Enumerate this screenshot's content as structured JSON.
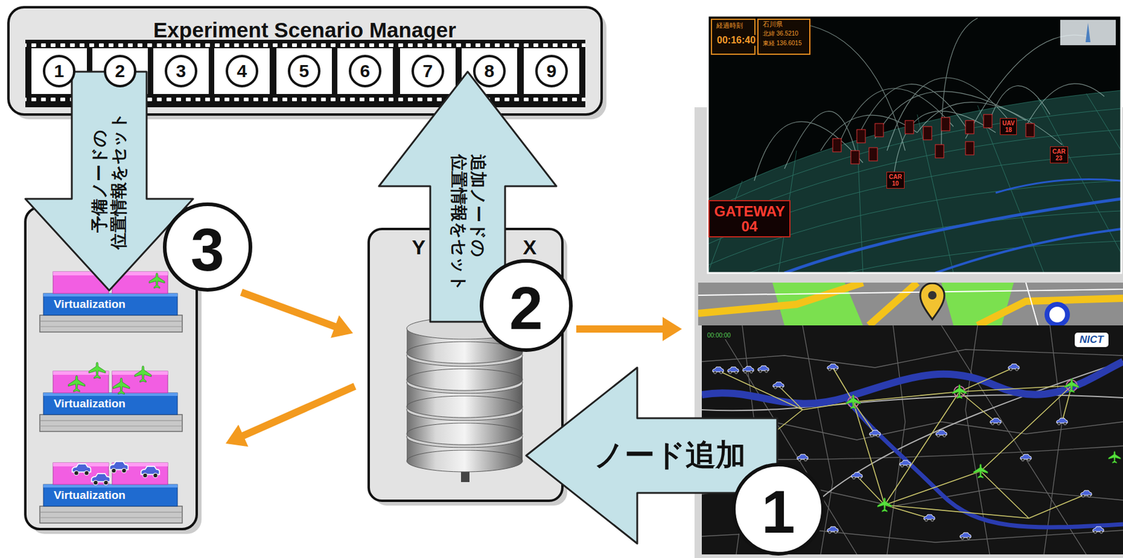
{
  "diagram": {
    "nodes": [
      {
        "text": [
          "Experiment Scenario Manager"
        ]
      },
      {
        "text": [
          "1"
        ],
        "in": 0
      },
      {
        "text": [
          "2"
        ],
        "in": 0
      },
      {
        "text": [
          "3"
        ],
        "in": 0
      },
      {
        "text": [
          "4"
        ],
        "in": 0
      },
      {
        "text": [
          "5"
        ],
        "in": 0
      },
      {
        "text": [
          "6"
        ],
        "in": 0
      },
      {
        "text": [
          "7"
        ],
        "in": 0
      },
      {
        "text": [
          "8"
        ],
        "in": 0
      },
      {
        "text": [
          "9"
        ],
        "in": 0
      },
      {
        "text": [
          "Virtualization",
          "Virtualization",
          "Virtualization"
        ]
      },
      {
        "text": [
          "Y",
          "X"
        ]
      },
      {
        "text": [
          "経過時刻",
          "00:16:40",
          "石川県",
          "北緯 36.5210",
          "東経 136.6015",
          "GATEWAY 04",
          "UAV 18",
          "CAR 23",
          "CAR 10"
        ]
      },
      {
        "text": [
          "00:00:00",
          "NICT"
        ]
      }
    ],
    "edges": [
      {
        "from": 13,
        "to": 11,
        "arrow": "to",
        "label": "ノード追加"
      },
      {
        "from": 11,
        "to": 0,
        "arrow": "to",
        "label": "追加ノードの 位置情報をセット"
      },
      {
        "from": 0,
        "to": 10,
        "arrow": "to",
        "label": "予備ノードの 位置情報をセット"
      },
      {
        "from": 10,
        "to": 11,
        "arrow": "to"
      },
      {
        "from": 11,
        "to": 10,
        "arrow": "to"
      },
      {
        "from": 11,
        "to": 13,
        "arrow": "to"
      }
    ],
    "labels": [
      "1",
      "2",
      "3"
    ]
  }
}
